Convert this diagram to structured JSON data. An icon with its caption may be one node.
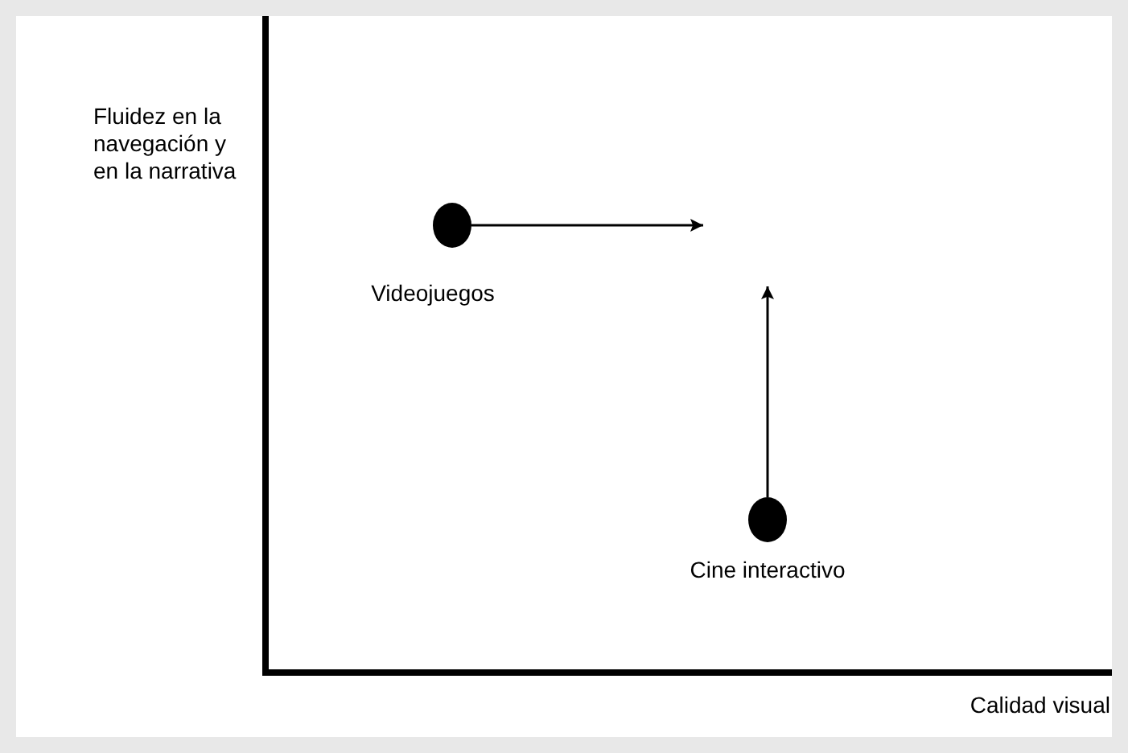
{
  "diagram": {
    "nodes": [
      {
        "text": [],
        "shape": "circle",
        "beside": [
          "Videojuegos"
        ]
      },
      {
        "text": [],
        "shape": "circle",
        "beside": [
          "Cine interactivo"
        ]
      }
    ],
    "edges": [
      {
        "from": 0,
        "to": null,
        "arrow": "to"
      },
      {
        "from": 1,
        "to": null,
        "arrow": "to"
      }
    ],
    "labels": [
      "Fluidez en la navegación y en la narrativa",
      "Calidad visual"
    ]
  }
}
